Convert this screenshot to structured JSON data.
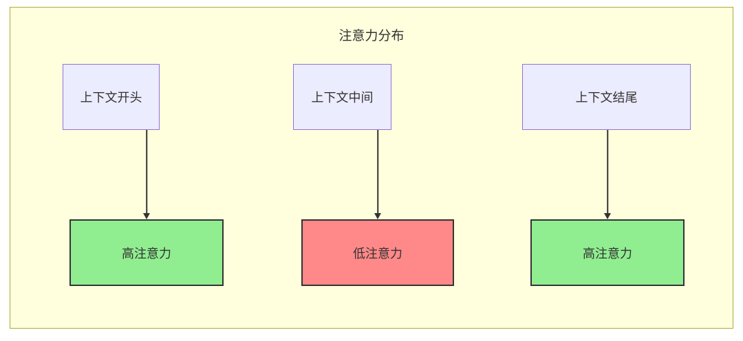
{
  "diagram": {
    "title": "注意力分布",
    "top_nodes": [
      {
        "label": "上下文开头"
      },
      {
        "label": "上下文中间"
      },
      {
        "label": "上下文结尾"
      }
    ],
    "bottom_nodes": [
      {
        "label": "高注意力",
        "level": "high"
      },
      {
        "label": "低注意力",
        "level": "low"
      },
      {
        "label": "高注意力",
        "level": "high"
      }
    ],
    "edges": [
      {
        "from": "上下文开头",
        "to": "高注意力"
      },
      {
        "from": "上下文中间",
        "to": "低注意力"
      },
      {
        "from": "上下文结尾",
        "to": "高注意力"
      }
    ],
    "colors": {
      "container_bg": "#ffffde",
      "container_border": "#aaaa33",
      "top_node_bg": "#ececff",
      "top_node_border": "#9370db",
      "high_bg": "#90ee90",
      "low_bg": "#ff8888",
      "node_border": "#333333",
      "arrow": "#333333",
      "text": "#333333"
    }
  }
}
